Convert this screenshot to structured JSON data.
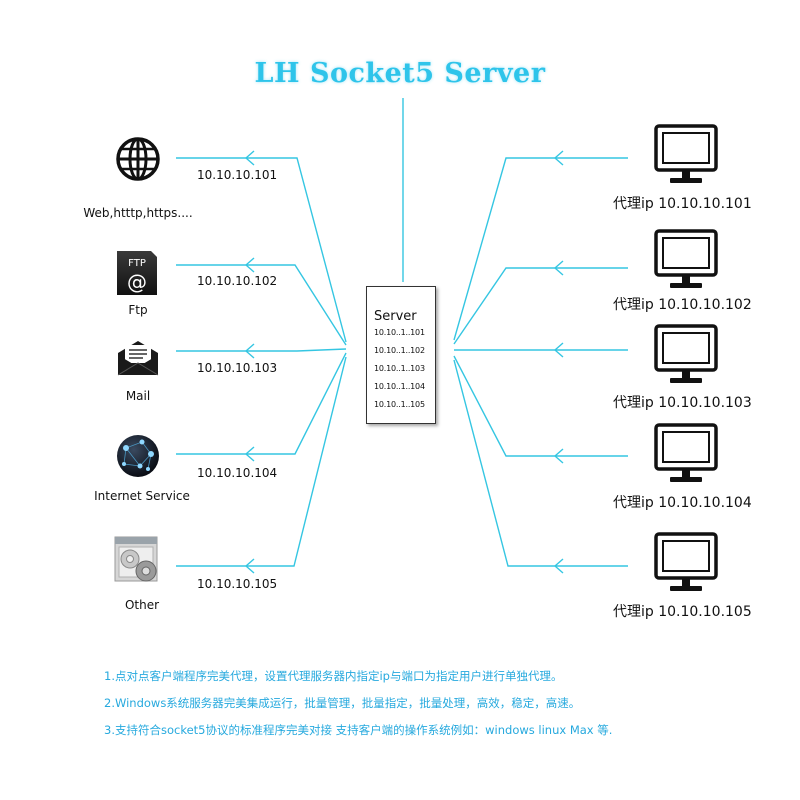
{
  "title": "LH  Socket5 Server",
  "left_services": [
    {
      "label": "Web,htttp,https....",
      "ip": "10.10.10.101",
      "icon": "globe-icon"
    },
    {
      "label": "Ftp",
      "ip": "10.10.10.102",
      "icon": "ftp-icon"
    },
    {
      "label": "Mail",
      "ip": "10.10.10.103",
      "icon": "mail-icon"
    },
    {
      "label": "Internet Service",
      "ip": "10.10.10.104",
      "icon": "network-sphere-icon"
    },
    {
      "label": "Other",
      "ip": "10.10.10.105",
      "icon": "windows-settings-icon"
    }
  ],
  "server": {
    "title": "Server",
    "ips": [
      "10.10..1..101",
      "10.10..1..102",
      "10.10..1..103",
      "10.10..1..104",
      "10.10..1..105"
    ]
  },
  "proxies": [
    {
      "label": "代理ip 10.10.10.101",
      "icon": "monitor-icon"
    },
    {
      "label": "代理ip 10.10.10.102",
      "icon": "monitor-icon"
    },
    {
      "label": "代理ip 10.10.10.103",
      "icon": "monitor-icon"
    },
    {
      "label": "代理ip 10.10.10.104",
      "icon": "monitor-icon"
    },
    {
      "label": "代理ip 10.10.10.105",
      "icon": "monitor-icon"
    }
  ],
  "ftp_icon_text": {
    "top": "FTP",
    "symbol": "@"
  },
  "notes": [
    "1.点对点客户端程序完美代理，设置代理服务器内指定ip与端口为指定用户进行单独代理。",
    "2.Windows系统服务器完美集成运行，批量管理，批量指定，批量处理，高效，稳定，高速。",
    "3.支持符合socket5协议的标准程序完美对接  支持客户端的操作系统例如：windows  linux  Max 等."
  ],
  "colors": {
    "line": "#35c6e2",
    "title": "#2ec4ea",
    "notes": "#26a9de",
    "text": "#111111"
  }
}
